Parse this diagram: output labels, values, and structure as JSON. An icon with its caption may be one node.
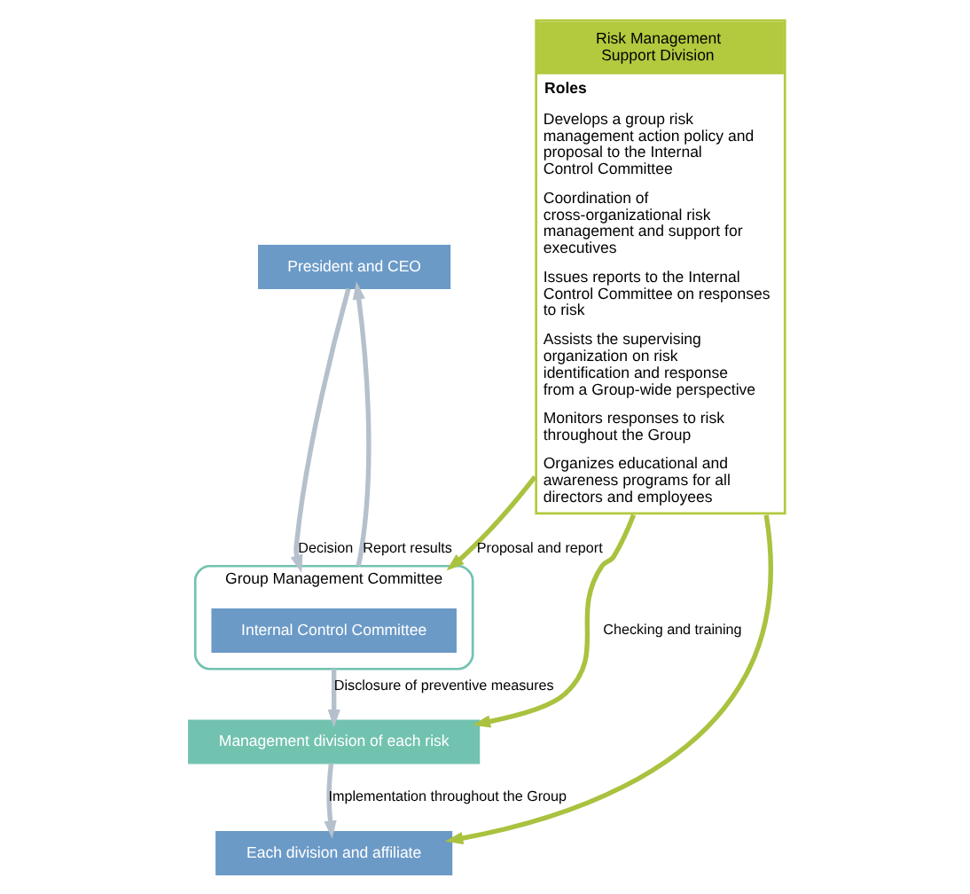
{
  "diagram": {
    "nodes": [
      {
        "text": [
          "President and CEO"
        ]
      },
      {
        "text": [
          "Group Management Committee"
        ]
      },
      {
        "text": [
          "Internal Control Committee"
        ],
        "in": 1
      },
      {
        "text": [
          "Management division of each risk"
        ]
      },
      {
        "text": [
          "Each division and affiliate"
        ]
      },
      {
        "text": [
          "Risk Management Support Division",
          "Roles",
          "Develops a group risk management action policy and proposal to the Internal Control Committee",
          "Coordination of cross-organizational risk management and support for executives",
          "Issues reports to the Internal Control Committee on responses to risk",
          "Assists the supervising organization on risk identification and response from a Group-wide perspective",
          "Monitors responses to risk throughout the Group",
          "Organizes educational and awareness programs for all directors and employees"
        ]
      }
    ],
    "edges": [
      {
        "from": 0,
        "to": 1,
        "arrow": "to",
        "label": "Decision"
      },
      {
        "from": 1,
        "to": 0,
        "arrow": "to",
        "label": "Report results"
      },
      {
        "from": 1,
        "to": 3,
        "arrow": "to",
        "label": "Disclosure of preventive measures"
      },
      {
        "from": 3,
        "to": 4,
        "arrow": "to",
        "label": "Implementation throughout the Group"
      },
      {
        "from": 5,
        "to": 1,
        "arrow": "to",
        "label": "Proposal and report",
        "color": "#a9c23f"
      },
      {
        "from": 5,
        "to": 3,
        "arrow": "to",
        "label": "Checking and training",
        "color": "#a9c23f"
      },
      {
        "from": 5,
        "to": 4,
        "arrow": "to",
        "color": "#a9c23f"
      }
    ]
  }
}
